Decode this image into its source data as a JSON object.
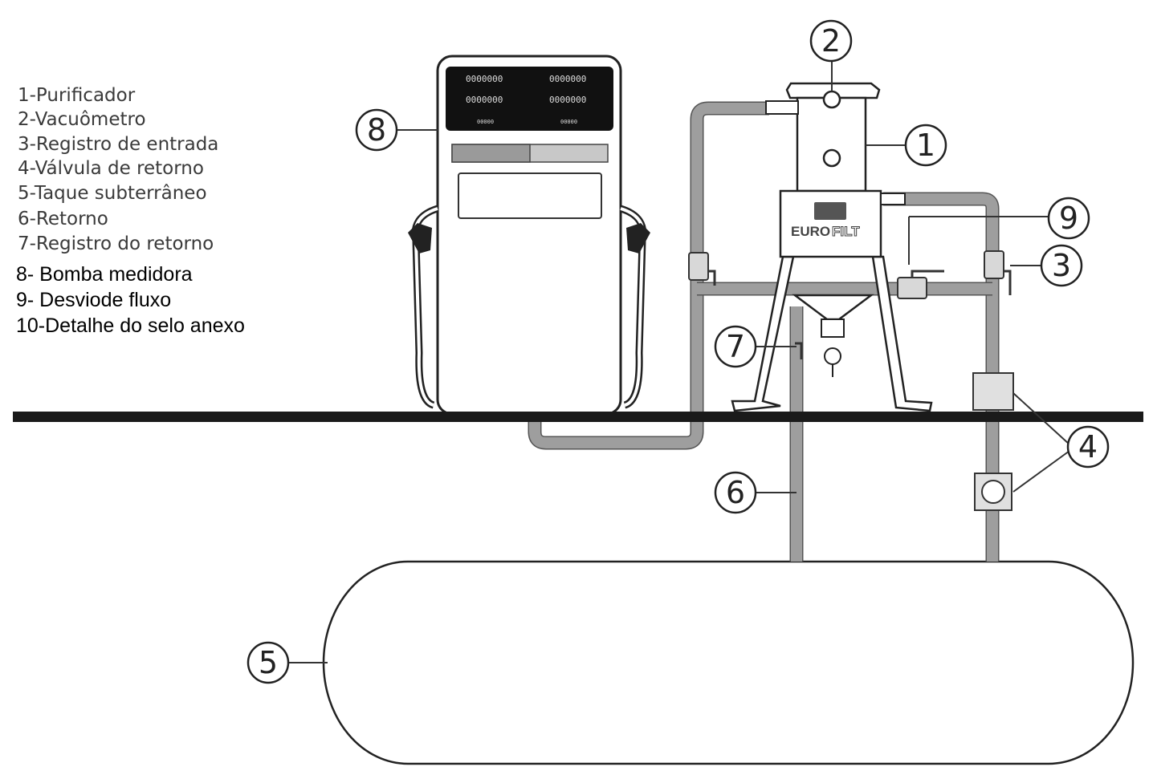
{
  "legend": [
    {
      "text": "1-Purificador",
      "style": "gray"
    },
    {
      "text": "2-Vacuômetro",
      "style": "gray"
    },
    {
      "text": "3-Registro de entrada",
      "style": "gray"
    },
    {
      "text": "4-Válvula de retorno",
      "style": "gray"
    },
    {
      "text": "5-Taque subterrâneo",
      "style": "gray"
    },
    {
      "text": "6-Retorno",
      "style": "gray"
    },
    {
      "text": "7-Registro do retorno",
      "style": "gray"
    },
    {
      "text": "8- Bomba medidora",
      "style": "black"
    },
    {
      "text": "9- Desviode fluxo",
      "style": "black"
    },
    {
      "text": "10-Detalhe do selo anexo",
      "style": "black"
    }
  ],
  "callouts": [
    "1",
    "2",
    "3",
    "4",
    "5",
    "6",
    "7",
    "8",
    "9"
  ],
  "pump_display": {
    "digits_left_1": "0000000",
    "digits_right_1": "0000000",
    "digits_left_2": "0000000",
    "digits_right_2": "0000000",
    "digits_left_3": "00000",
    "digits_right_3": "00000"
  },
  "logo": {
    "text_bold": "EURO",
    "text_outline": "FILT"
  },
  "colors": {
    "pipe": "#9e9e9e",
    "ground": "#1a1a1a",
    "display": "#111111"
  }
}
